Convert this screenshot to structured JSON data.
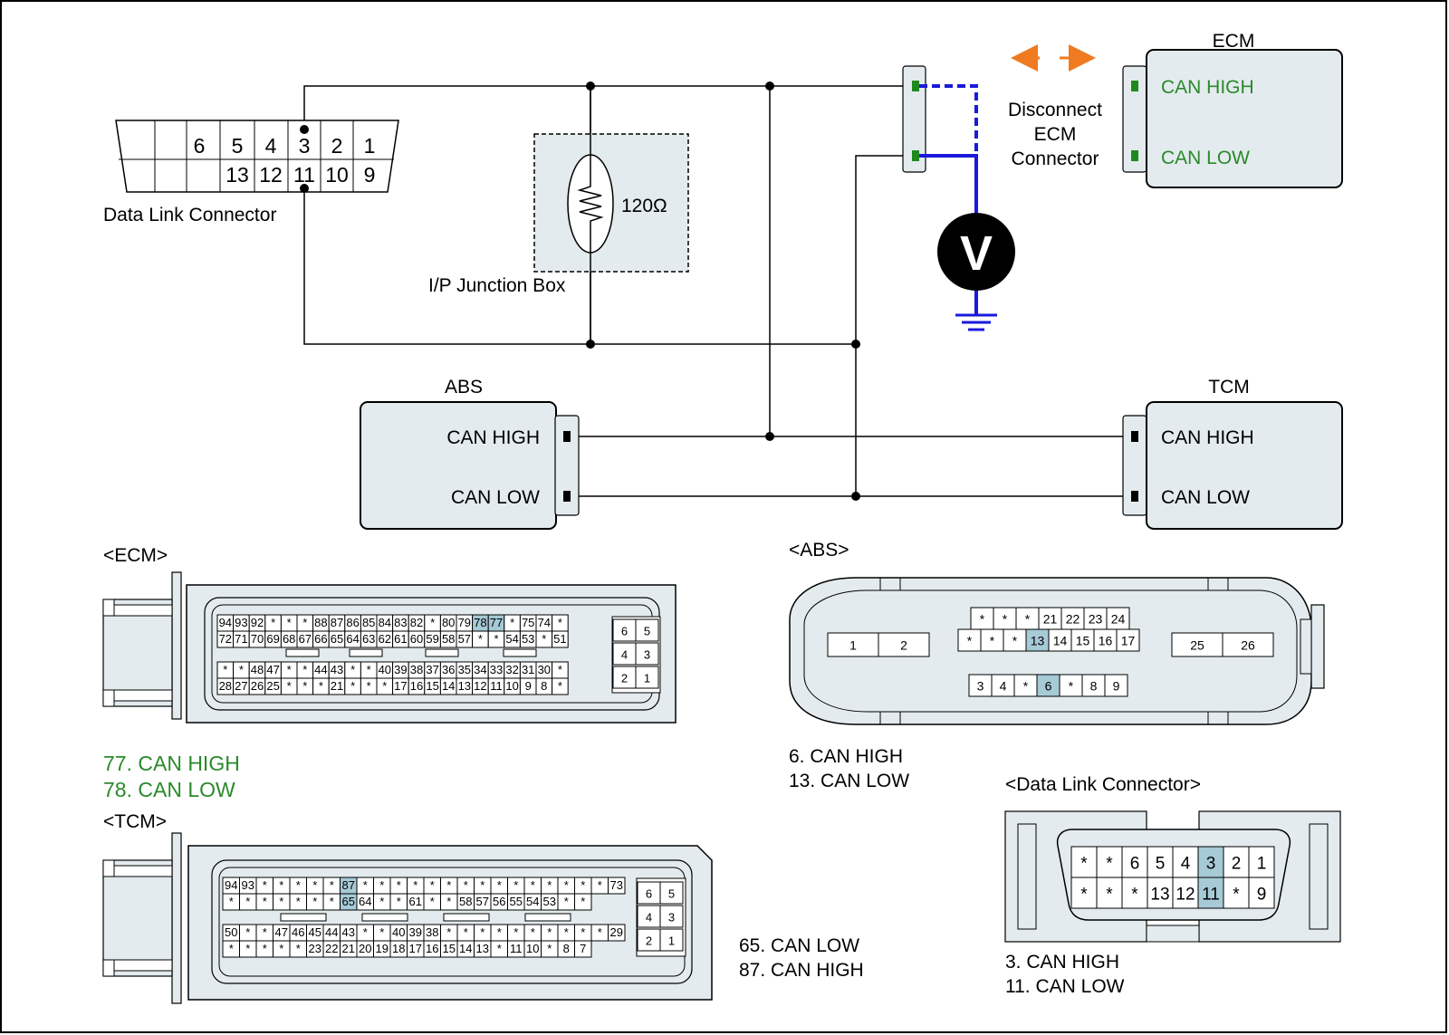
{
  "colors": {
    "module_fill": "#e3ebee",
    "highlight": "#a6cad6",
    "green_label": "#2a8a2a",
    "probe_wire": "#1a1adc",
    "arrow": "#f07a20"
  },
  "dlc_schematic": {
    "label": "Data Link Connector",
    "top_pins": [
      "6",
      "5",
      "4",
      "3",
      "2",
      "1"
    ],
    "bottom_pins": [
      "13",
      "12",
      "11",
      "10",
      "9"
    ]
  },
  "junction_box": {
    "label": "I/P Junction Box",
    "resistor": "120Ω"
  },
  "ecm_module": {
    "title": "ECM",
    "can_high": "CAN HIGH",
    "can_low": "CAN LOW"
  },
  "disconnect_note": [
    "Disconnect",
    "ECM",
    "Connector"
  ],
  "voltmeter": {
    "symbol": "V"
  },
  "abs_module": {
    "title": "ABS",
    "can_high": "CAN HIGH",
    "can_low": "CAN LOW"
  },
  "tcm_module": {
    "title": "TCM",
    "can_high": "CAN HIGH",
    "can_low": "CAN LOW"
  },
  "ecm_connector": {
    "title": "<ECM>",
    "rows": [
      [
        "94",
        "93",
        "92",
        "*",
        "*",
        "*",
        "88",
        "87",
        "86",
        "85",
        "84",
        "83",
        "82",
        "*",
        "80",
        "79",
        "78",
        "77",
        "*",
        "75",
        "74",
        "*"
      ],
      [
        "72",
        "71",
        "70",
        "69",
        "68",
        "67",
        "66",
        "65",
        "64",
        "63",
        "62",
        "61",
        "60",
        "59",
        "58",
        "57",
        "*",
        "*",
        "54",
        "53",
        "*",
        "51"
      ],
      [
        "*",
        "*",
        "48",
        "47",
        "*",
        "*",
        "44",
        "43",
        "*",
        "*",
        "40",
        "39",
        "38",
        "37",
        "36",
        "35",
        "34",
        "33",
        "32",
        "31",
        "30",
        "*"
      ],
      [
        "28",
        "27",
        "26",
        "25",
        "*",
        "*",
        "*",
        "21",
        "*",
        "*",
        "*",
        "17",
        "16",
        "15",
        "14",
        "13",
        "12",
        "11",
        "10",
        "9",
        "8",
        "*"
      ]
    ],
    "small_block": [
      [
        "6",
        "5"
      ],
      [
        "4",
        "3"
      ],
      [
        "2",
        "1"
      ]
    ],
    "pin_legend": [
      "77. CAN HIGH",
      "78. CAN LOW"
    ]
  },
  "tcm_connector": {
    "title": "<TCM>",
    "rows": [
      [
        "94",
        "93",
        "*",
        "*",
        "*",
        "*",
        "*",
        "87",
        "*",
        "*",
        "*",
        "*",
        "*",
        "*",
        "*",
        "*",
        "*",
        "*",
        "*",
        "*",
        "*",
        "*",
        "*",
        "73"
      ],
      [
        "*",
        "*",
        "*",
        "*",
        "*",
        "*",
        "*",
        "65",
        "64",
        "*",
        "*",
        "61",
        "*",
        "*",
        "58",
        "57",
        "56",
        "55",
        "54",
        "53",
        "*",
        "*"
      ],
      [
        "50",
        "*",
        "*",
        "47",
        "46",
        "45",
        "44",
        "43",
        "*",
        "*",
        "40",
        "39",
        "38",
        "*",
        "*",
        "*",
        "*",
        "*",
        "*",
        "*",
        "*",
        "*",
        "*",
        "29"
      ],
      [
        "*",
        "*",
        "*",
        "*",
        "*",
        "23",
        "22",
        "21",
        "20",
        "19",
        "18",
        "17",
        "16",
        "15",
        "14",
        "13",
        "*",
        "11",
        "10",
        "*",
        "8",
        "7"
      ]
    ],
    "small_block": [
      [
        "6",
        "5"
      ],
      [
        "4",
        "3"
      ],
      [
        "2",
        "1"
      ]
    ],
    "pin_legend": [
      "65. CAN LOW",
      "87. CAN HIGH"
    ]
  },
  "abs_connector": {
    "title": "<ABS>",
    "left_pins": [
      "1",
      "2"
    ],
    "row1": [
      "*",
      "*",
      "*",
      "21",
      "22",
      "23",
      "24"
    ],
    "row2": [
      "*",
      "*",
      "*",
      "13",
      "14",
      "15",
      "16",
      "17"
    ],
    "row3": [
      "3",
      "4",
      "*",
      "6",
      "*",
      "8",
      "9"
    ],
    "right_pins": [
      "25",
      "26"
    ],
    "pin_legend": [
      "6. CAN HIGH",
      "13. CAN LOW"
    ]
  },
  "dlc_connector": {
    "title": "<Data Link Connector>",
    "top_row": [
      "*",
      "*",
      "6",
      "5",
      "4",
      "3",
      "2",
      "1"
    ],
    "bottom_row": [
      "*",
      "*",
      "*",
      "13",
      "12",
      "11",
      "*",
      "9"
    ],
    "pin_legend": [
      "3. CAN HIGH",
      "11. CAN LOW"
    ]
  }
}
